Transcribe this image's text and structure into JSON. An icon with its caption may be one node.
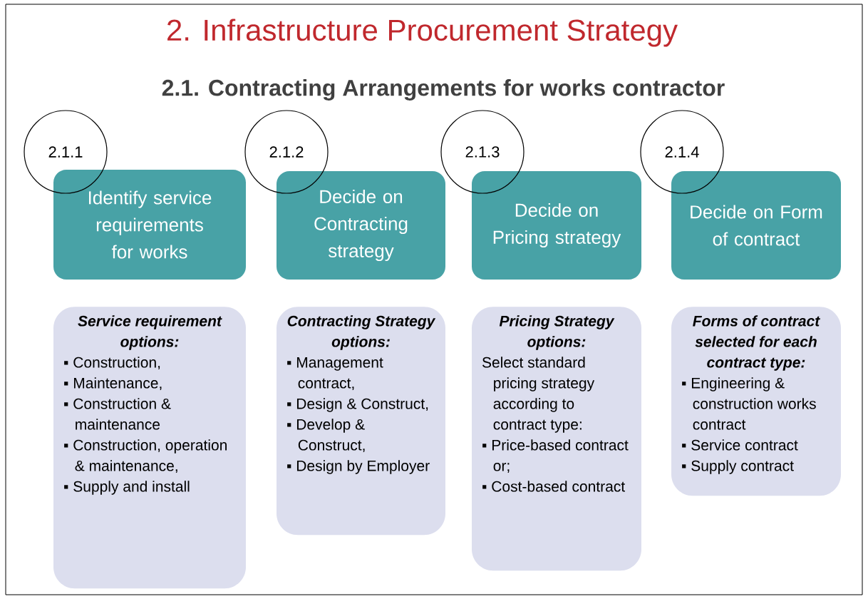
{
  "diagram": {
    "title": "2. Infrastructure Procurement Strategy",
    "labels": [
      "2.1. Contracting Arrangements for works contractor"
    ],
    "nodes": [
      {
        "text": [
          "2.1.1"
        ]
      },
      {
        "text": [
          "2.1.2"
        ]
      },
      {
        "text": [
          "2.1.3"
        ]
      },
      {
        "text": [
          "2.1.4"
        ]
      },
      {
        "text": [
          "Identify service requirements for works"
        ]
      },
      {
        "text": [
          "Decide on Contracting strategy"
        ]
      },
      {
        "text": [
          "Decide on Pricing strategy"
        ]
      },
      {
        "text": [
          "Decide on Form of contract"
        ]
      },
      {
        "text": [
          "Service requirement options:",
          "▪ Construction,",
          "▪ Maintenance,",
          "▪ Construction & maintenance",
          "▪ Construction, operation & maintenance,",
          "▪ Supply and install"
        ]
      },
      {
        "text": [
          "Contracting Strategy options:",
          "▪ Management contract,",
          "▪ Design & Construct,",
          "▪ Develop & Construct,",
          "▪ Design by Employer"
        ]
      },
      {
        "text": [
          "Pricing Strategy options:",
          "Select standard pricing strategy according to contract type:",
          "▪ Price-based contract or;",
          "▪ Cost-based contract"
        ]
      },
      {
        "text": [
          "Forms of contract selected for each contract type:",
          "▪ Engineering & construction works contract",
          "▪ Service contract",
          "▪ Supply contract"
        ]
      }
    ]
  }
}
